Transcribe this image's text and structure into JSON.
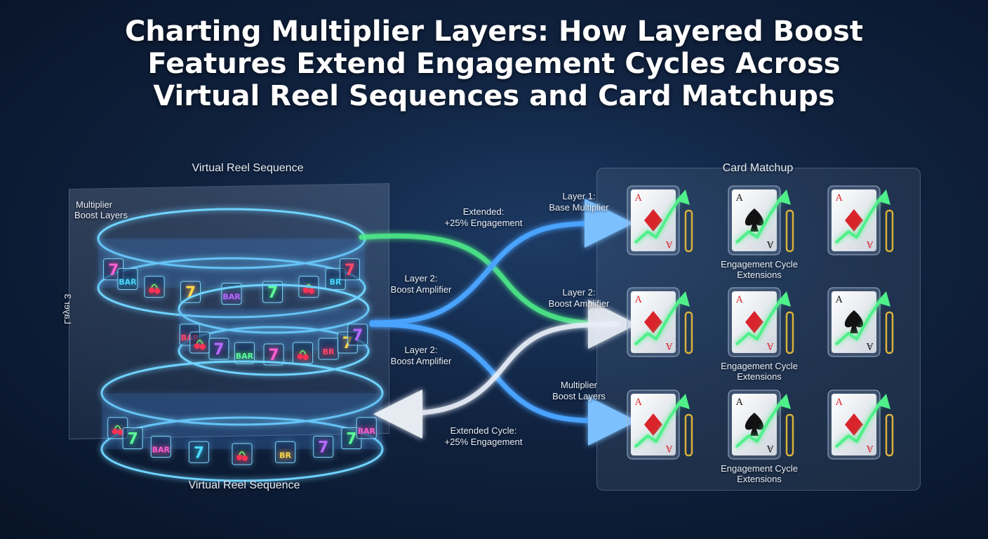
{
  "title_lines": [
    "Charting Multiplier Layers: How Layered Boost",
    "Features Extend Engagement Cycles Across",
    "Virtual Reel Sequences and Card Matchups"
  ],
  "reel": {
    "top_label": "Virtual Reel Sequence",
    "bottom_label": "Virtual Reel Sequence",
    "side_label_top": "Multiplier",
    "side_label_bottom": "Boost Layers",
    "mirrored_label": "Layer 3",
    "symbols": [
      "7",
      "BAR",
      "cherry",
      "7",
      "BAR",
      "7",
      "cherry",
      "BR",
      "7"
    ]
  },
  "flow_labels": {
    "extended_title": "Extended:",
    "extended_value": "+25% Engagement",
    "layer2a_title": "Layer 2:",
    "layer2a_value": "Boost Amplifier",
    "layer2b_title": "Layer 2:",
    "layer2b_value": "Boost Amplifier",
    "layer1_title": "Layer 1:",
    "layer1_value": "Base Multiplier",
    "layer2c_title": "Layer 2:",
    "layer2c_value": "Boost Amplifier",
    "multiplier_title": "Multiplier",
    "multiplier_value": "Boost Layers",
    "extended_cycle_title": "Extended Cycle:",
    "extended_cycle_value": "+25% Engagement"
  },
  "cards": {
    "title": "Card Matchup",
    "row_caption_line1": "Engagement Cycle",
    "row_caption_line2": "Extensions",
    "rank": "A",
    "rows": [
      [
        "diamond",
        "spade",
        "diamond"
      ],
      [
        "diamond",
        "diamond",
        "spade"
      ],
      [
        "diamond",
        "spade",
        "diamond"
      ]
    ]
  },
  "colors": {
    "green_flow": "#4ff08a",
    "blue_flow": "#4aa3ff",
    "white_flow": "#e8eef8",
    "card_red": "#d9242b",
    "card_black": "#111111",
    "gold_bar": "#d9b13b"
  }
}
